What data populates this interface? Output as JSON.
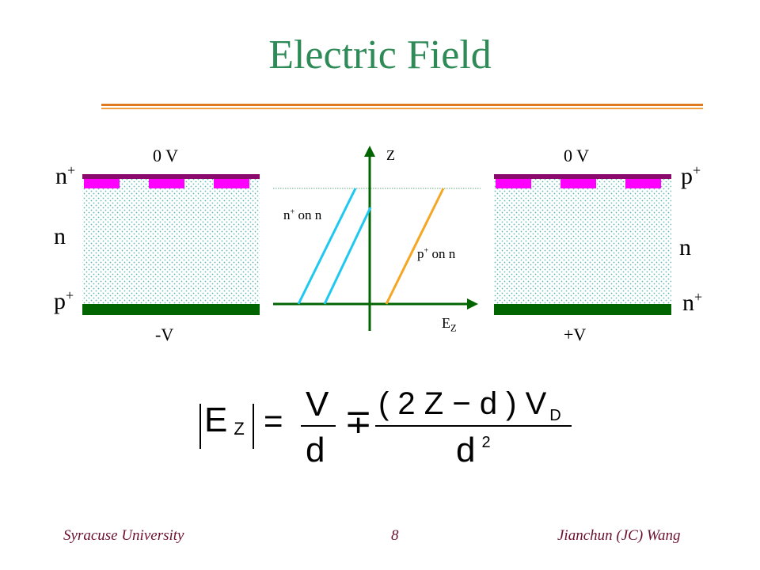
{
  "title": "Electric Field",
  "left_device": {
    "top_voltage": "0 V",
    "bottom_voltage": "-V",
    "top_layer": "n",
    "top_layer_sup": "+",
    "bulk": "n",
    "bottom_layer": "p",
    "bottom_layer_sup": "+"
  },
  "right_device": {
    "top_voltage": "0 V",
    "bottom_voltage": "+V",
    "top_layer": "p",
    "top_layer_sup": "+",
    "bulk": "n",
    "bottom_layer": "n",
    "bottom_layer_sup": "+"
  },
  "plot": {
    "y_axis_label": "Z",
    "x_axis_label": "E",
    "x_axis_label_sub": "Z",
    "curve1_label": "n",
    "curve1_label_sup": "+",
    "curve1_label_suffix": " on n",
    "curve2_label": "p",
    "curve2_label_sup": "+",
    "curve2_label_suffix": " on n"
  },
  "equation": {
    "lhs_E": "E",
    "lhs_sub": "Z",
    "equals": "=",
    "num1": "V",
    "den1": "d",
    "minusplus": "∓",
    "num2_a": "( 2 Z  − d ) V",
    "num2_sub": "D",
    "den2": "d",
    "den2_sup": "2"
  },
  "footer": {
    "left": "Syracuse University",
    "center": "8",
    "right": "Jianchun (JC) Wang"
  },
  "colors": {
    "title": "#2e8b57",
    "electrode_top": "#8b0a6e",
    "implant": "#ff00ff",
    "electrode_bottom": "#006400",
    "bulk_fill": "#a8e0e0",
    "n_on_n": "#1ec8f0",
    "p_on_n": "#f5a623",
    "axis": "#006400"
  }
}
